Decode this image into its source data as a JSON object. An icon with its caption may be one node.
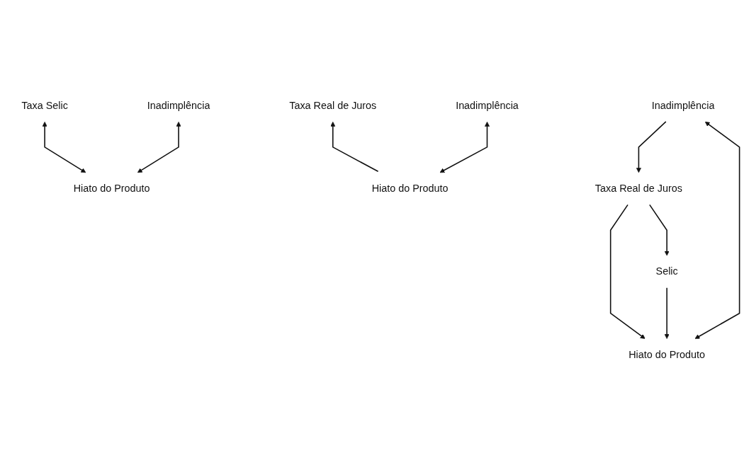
{
  "diagram": {
    "nodes": [
      {
        "text": [
          "Taxa Selic"
        ]
      },
      {
        "text": [
          "Inadimplência"
        ]
      },
      {
        "text": [
          "Hiato do Produto"
        ]
      },
      {
        "text": [
          "Taxa Real de Juros"
        ]
      },
      {
        "text": [
          "Inadimplência"
        ]
      },
      {
        "text": [
          "Hiato do Produto"
        ]
      },
      {
        "text": [
          "Inadimplência"
        ]
      },
      {
        "text": [
          "Taxa Real de Juros"
        ]
      },
      {
        "text": [
          "Selic"
        ]
      },
      {
        "text": [
          "Hiato do Produto"
        ]
      }
    ],
    "edges": [
      {
        "from": 0,
        "to": 2,
        "arrow": "both"
      },
      {
        "from": 1,
        "to": 2,
        "arrow": "both"
      },
      {
        "from": 5,
        "to": 3,
        "arrow": "to"
      },
      {
        "from": 4,
        "to": 5,
        "arrow": "both"
      },
      {
        "from": 6,
        "to": 7,
        "arrow": "to"
      },
      {
        "from": 7,
        "to": 8,
        "arrow": "to"
      },
      {
        "from": 7,
        "to": 9,
        "arrow": "to"
      },
      {
        "from": 8,
        "to": 9,
        "arrow": "to"
      },
      {
        "from": 6,
        "to": 9,
        "arrow": "both"
      }
    ]
  }
}
